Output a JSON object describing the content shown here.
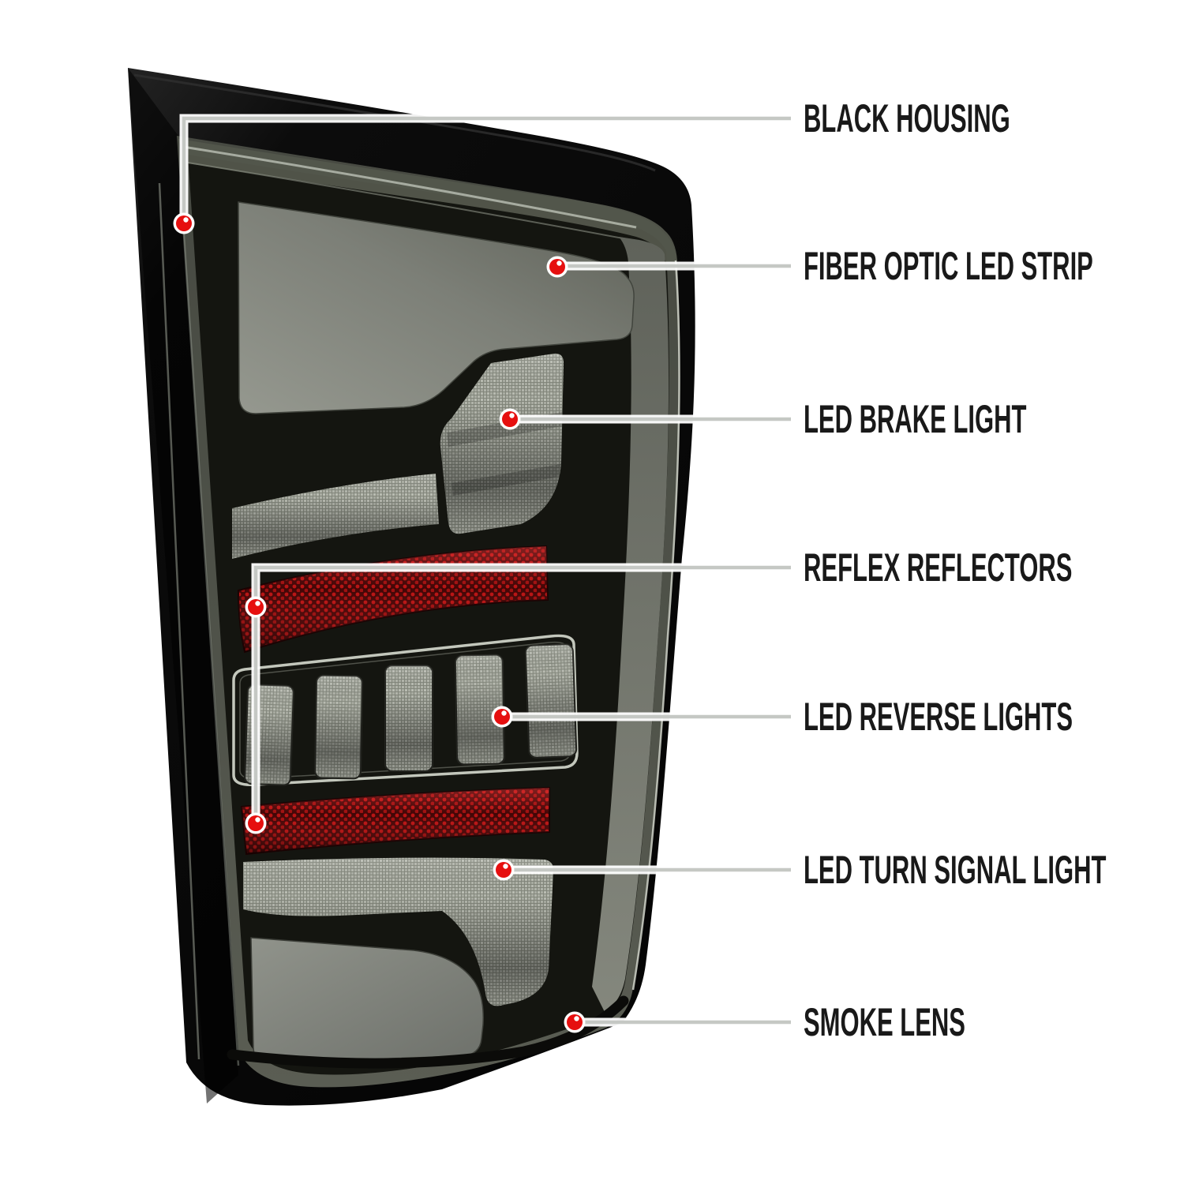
{
  "theme": {
    "accent-red": "#e60f0f",
    "leader-gray": "#c5c8c4",
    "label-color": "#191919",
    "page-bg": "#ffffff"
  },
  "diagram": {
    "subject": "smoked LED tail light",
    "callouts": [
      {
        "label": "BLACK HOUSING"
      },
      {
        "label": "FIBER OPTIC LED STRIP"
      },
      {
        "label": "LED BRAKE LIGHT"
      },
      {
        "label": "REFLEX REFLECTORS"
      },
      {
        "label": "LED REVERSE LIGHTS"
      },
      {
        "label": "LED TURN SIGNAL LIGHT"
      },
      {
        "label": "SMOKE LENS"
      }
    ]
  }
}
